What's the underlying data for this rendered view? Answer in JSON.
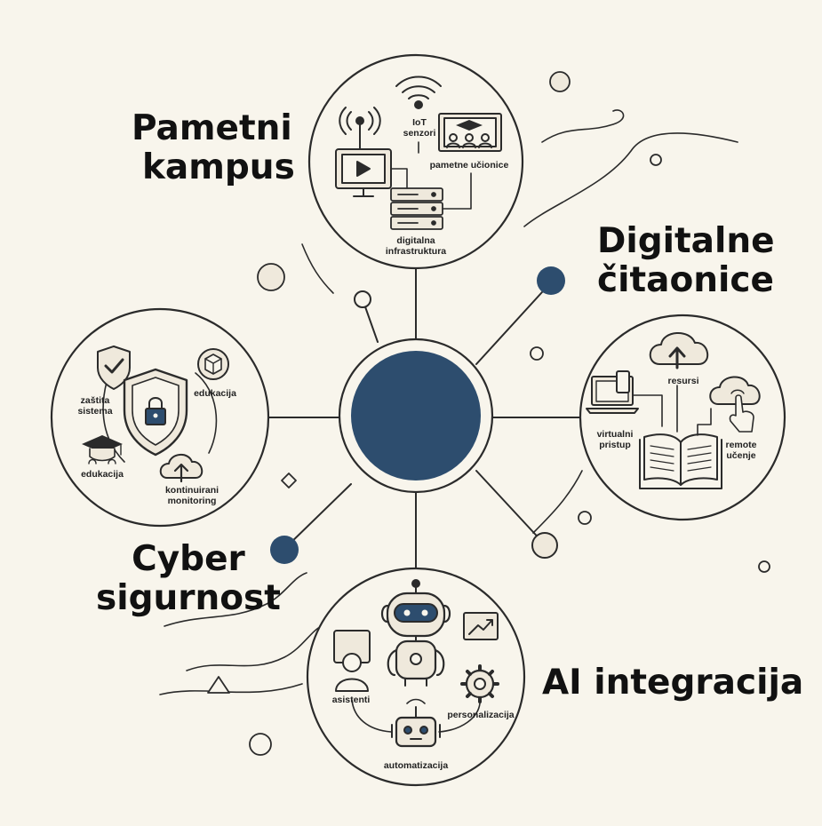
{
  "colors": {
    "hub": "#2d4d6e",
    "ink": "#2b2b2b",
    "background": "#f8f5ec",
    "fill": "#efe9dc"
  },
  "hub": {
    "label": ""
  },
  "sections": {
    "pametni_kampus": {
      "title_line1": "Pametni",
      "title_line2": "kampus",
      "labels": {
        "iot_line1": "IoT",
        "iot_line2": "senzori",
        "classrooms": "pametne učionice",
        "infra_line1": "digitalna",
        "infra_line2": "infrastruktura"
      },
      "icons": [
        "wifi-icon",
        "antenna-icon",
        "video-screen-icon",
        "classroom-icon",
        "server-rack-icon"
      ]
    },
    "digitalne_citaonice": {
      "title_line1": "Digitalne",
      "title_line2": "čitaonice",
      "labels": {
        "resources": "resursi",
        "virtual_line1": "virtualni",
        "virtual_line2": "pristup",
        "remote_line1": "remote",
        "remote_line2": "učenje"
      },
      "icons": [
        "cloud-upload-icon",
        "laptop-phone-icon",
        "cloud-touch-icon",
        "open-book-icon"
      ]
    },
    "cyber_sigurnost": {
      "title_line1": "Cyber",
      "title_line2": "sigurnost",
      "labels": {
        "protection_line1": "zaštita",
        "protection_line2": "sistema",
        "education_top": "edukacija",
        "education_left": "edukacija",
        "monitoring_line1": "kontinuirani",
        "monitoring_line2": "monitoring"
      },
      "icons": [
        "shield-check-icon",
        "shield-lock-icon",
        "box-icon",
        "graduation-cap-icon",
        "cloud-upload-icon"
      ]
    },
    "ai_integracija": {
      "title": "AI integracija",
      "labels": {
        "assistants": "asistenti",
        "personalization": "personalizacija",
        "automation": "automatizacija"
      },
      "icons": [
        "robot-icon",
        "person-icon",
        "chart-icon",
        "gear-icon",
        "small-robot-icon"
      ]
    }
  }
}
